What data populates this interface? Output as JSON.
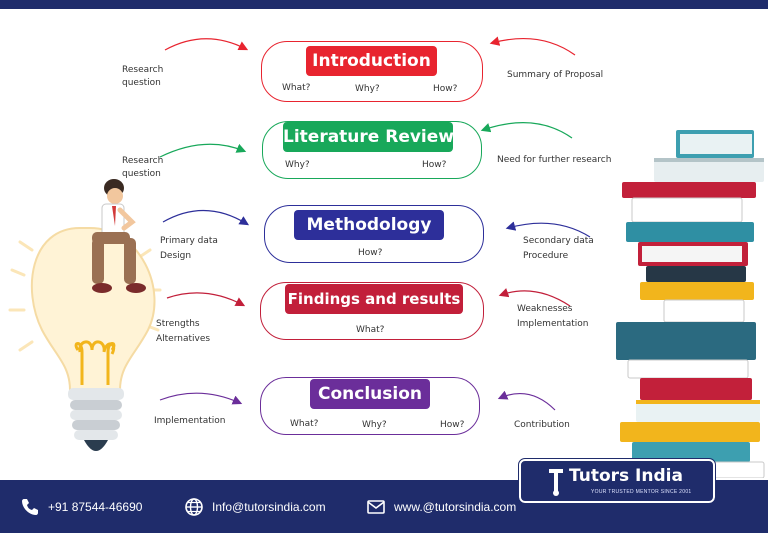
{
  "colors": {
    "navy": "#1f2c6b",
    "introduction": "#e8242f",
    "literature": "#18a85a",
    "methodology": "#2d2f9a",
    "findings": "#c21f3a",
    "conclusion": "#6b2e9a"
  },
  "sections": {
    "introduction": {
      "title": "Introduction",
      "q1": "What?",
      "q2": "Why?",
      "q3": "How?"
    },
    "literature": {
      "title": "Literature Review",
      "q1": "Why?",
      "q2": "How?"
    },
    "methodology": {
      "title": "Methodology",
      "q1": "How?"
    },
    "findings": {
      "title": "Findings and results",
      "q1": "What?"
    },
    "conclusion": {
      "title": "Conclusion",
      "q1": "What?",
      "q2": "Why?",
      "q3": "How?"
    }
  },
  "left_labels": {
    "intro_l1": "Research",
    "intro_l2": "question",
    "lit_l1": "Research",
    "lit_l2": "question",
    "meth_l1": "Primary data",
    "meth_l2": "Design",
    "find_l1": "Strengths",
    "find_l2": "Alternatives",
    "conc_l1": "Implementation"
  },
  "right_labels": {
    "intro_r1": "Summary of Proposal",
    "lit_r1": "Need for further research",
    "meth_r1": "Secondary data",
    "meth_r2": "Procedure",
    "find_r1": "Weaknesses",
    "find_r2": "Implementation",
    "conc_r1": "Contribution"
  },
  "footer": {
    "phone": "+91 87544-46690",
    "email": "Info@tutorsindia.com",
    "website": "www.@tutorsindia.com",
    "icons": [
      "phone-icon",
      "globe-icon",
      "mail-icon"
    ]
  },
  "logo": {
    "name": "Tutors India",
    "tagline": "YOUR TRUSTED MENTOR SINCE 2001"
  }
}
